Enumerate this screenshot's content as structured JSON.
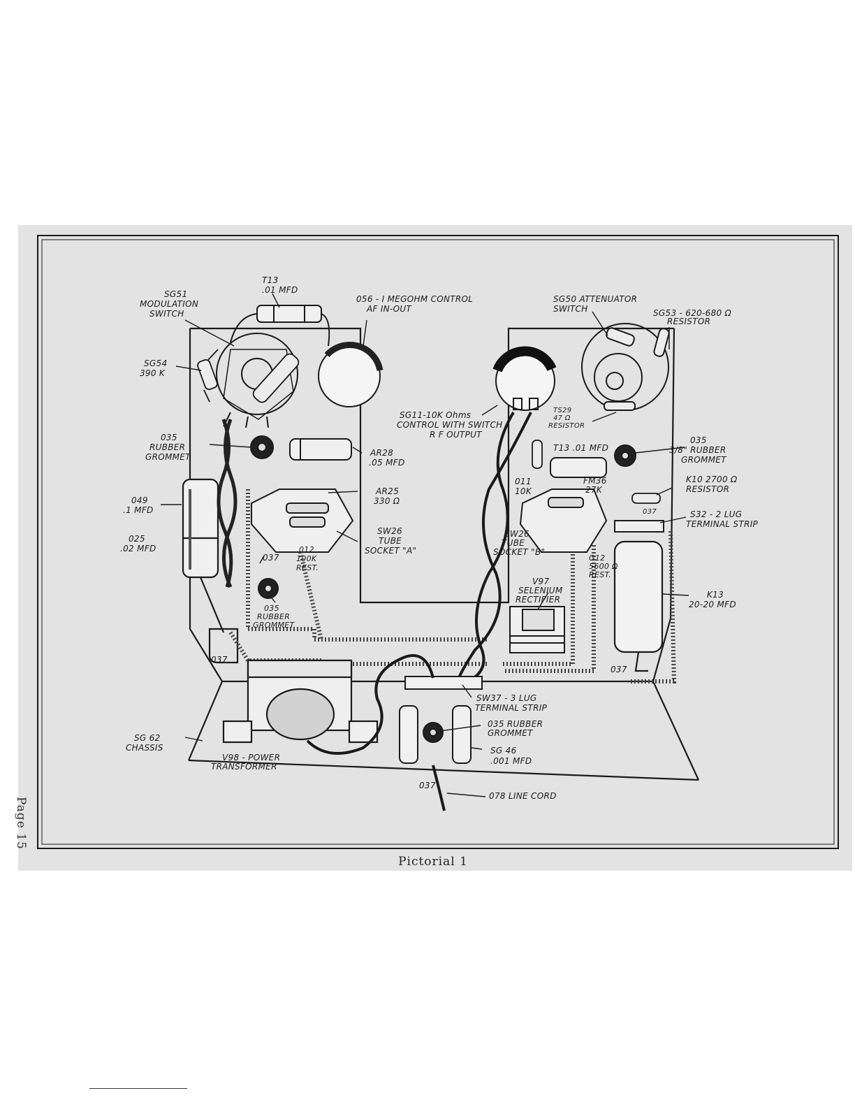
{
  "page_label": "Page 15",
  "caption": "Pictorial 1",
  "labels": {
    "t13_top": [
      "T13",
      ".01 MFD"
    ],
    "sg51": [
      "SG51",
      "MODULATION",
      "SWITCH"
    ],
    "o56": [
      "056 - I MEGOHM CONTROL",
      "AF   IN-OUT"
    ],
    "sg50": [
      "SG50 ATTENUATOR",
      "SWITCH"
    ],
    "sg53": [
      "SG53 - 620-680 Ω",
      "RESISTOR"
    ],
    "sg54": [
      "SG54",
      "390 K"
    ],
    "o35_left": [
      "035",
      "RUBBER",
      "GROMMET"
    ],
    "sg11": [
      "SG11-10K Ohms",
      "CONTROL WITH SWITCH",
      "R F OUTPUT"
    ],
    "ts29": [
      "TS29",
      "47 Ω",
      "RESISTOR"
    ],
    "ar28": [
      "AR28",
      ".05 MFD"
    ],
    "ar25": [
      "AR25",
      "330 Ω"
    ],
    "o49": [
      "049",
      ".1 MFD"
    ],
    "o25": [
      "025",
      ".02 MFD"
    ],
    "sw26a": [
      "SW26",
      "TUBE",
      "SOCKET \"A\""
    ],
    "o12": [
      "012",
      "100K",
      "REST."
    ],
    "o37_a": "037",
    "o35_mid": [
      "035",
      "RUBBER",
      "GROMMET"
    ],
    "o37_b": "037",
    "o11": [
      "011",
      "10K"
    ],
    "t13_right": "T13 .01 MFD",
    "o35_right": [
      "035",
      "3/8\" RUBBER",
      "GROMMET"
    ],
    "fm36": [
      "FM36",
      "27K"
    ],
    "k10": [
      "K10  2700 Ω",
      "RESISTOR"
    ],
    "o37_c": "037",
    "s32": [
      "S32 - 2 LUG",
      "TERMINAL STRIP"
    ],
    "sw26b": [
      "SW26",
      "TUBE",
      "SOCKET \"B\""
    ],
    "g12": [
      "G12",
      "5600 Ω",
      "REST."
    ],
    "v97": [
      "V97",
      "SELENIUM",
      "RECTIFIER"
    ],
    "k13": [
      "K13",
      "20-20 MFD"
    ],
    "o37_d": "037",
    "sw37": [
      "SW37 - 3 LUG",
      "TERMINAL STRIP"
    ],
    "o35_bottom": [
      "035 RUBBER",
      "GROMMET"
    ],
    "sg62": [
      "SG 62",
      "CHASSIS"
    ],
    "sg46": [
      "SG 46",
      ".001 MFD"
    ],
    "v98": [
      "V98 - POWER",
      "TRANSFORMER"
    ],
    "o37_e": "037",
    "o78": "078  LINE CORD"
  }
}
